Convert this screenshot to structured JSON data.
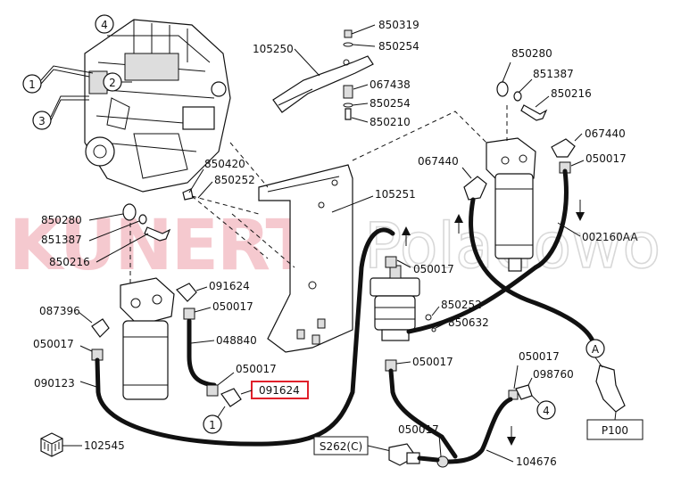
{
  "watermark": {
    "brand_red": "KUNERT",
    "brand_gray": "Poladowo"
  },
  "parts": {
    "p850319": "850319",
    "p850254_top": "850254",
    "p105250": "105250",
    "p067438": "067438",
    "p850254_mid": "850254",
    "p850210": "850210",
    "p850280_right": "850280",
    "p851387_right": "851387",
    "p850216_right": "850216",
    "p067440_right": "067440",
    "p067440_left": "067440",
    "p050017_right": "050017",
    "p850420": "850420",
    "p850252_top": "850252",
    "p105251": "105251",
    "p002160AA": "002160AA",
    "p850280_left": "850280",
    "p851387_left": "851387",
    "p850216_left": "850216",
    "p050017_pump": "050017",
    "p091624_top": "091624",
    "p087396": "087396",
    "p050017_a": "050017",
    "p850252_pump": "850252",
    "p850632": "850632",
    "p048840": "048840",
    "p050017_left": "050017",
    "p050017_b": "050017",
    "p050017_c": "050017",
    "p050017_d": "050017",
    "p098760": "098760",
    "p091624_highlight": "091624",
    "p090123": "090123",
    "p050017_e": "050017",
    "p102545": "102545",
    "p104676": "104676"
  },
  "boxes": {
    "s262": "S262(C)",
    "p100": "P100"
  },
  "callouts": {
    "c1": "1",
    "c2": "2",
    "c3": "3",
    "c4": "4",
    "c1b": "1",
    "c4b": "4",
    "cA": "A"
  },
  "colors": {
    "highlight": "#e0202a",
    "watermark_red": "#f5c9cf"
  }
}
